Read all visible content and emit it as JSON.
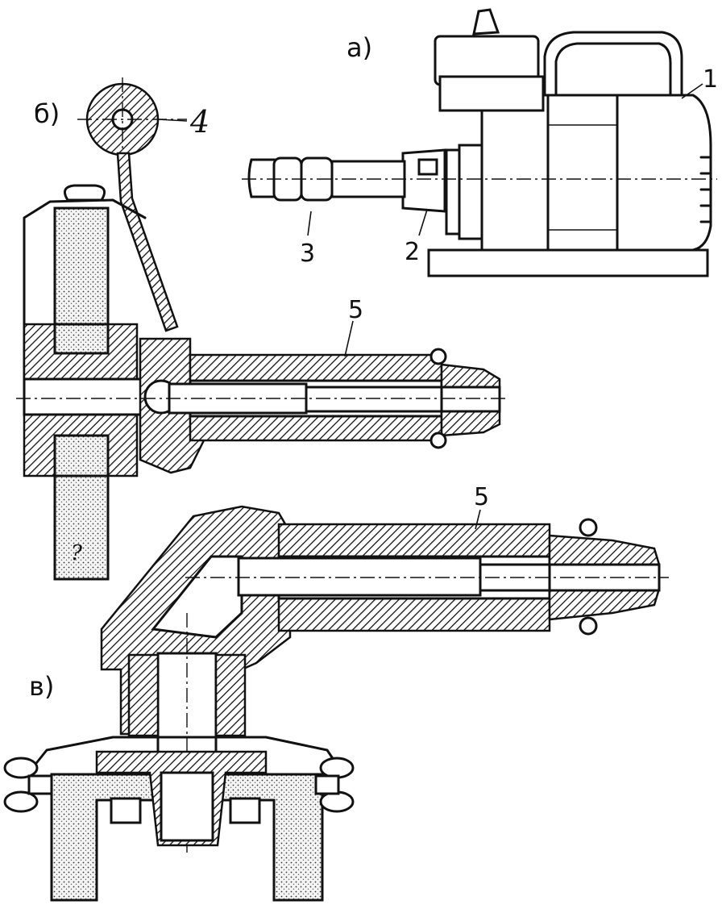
{
  "views": {
    "a": {
      "caption": "а)"
    },
    "b": {
      "caption": "б)"
    },
    "c": {
      "caption": "в)"
    }
  },
  "callouts": {
    "c1": "1",
    "c2": "2",
    "c3": "3",
    "c4": "4",
    "c5_upper": "5",
    "c5_lower": "5"
  },
  "disc_marking": "?"
}
